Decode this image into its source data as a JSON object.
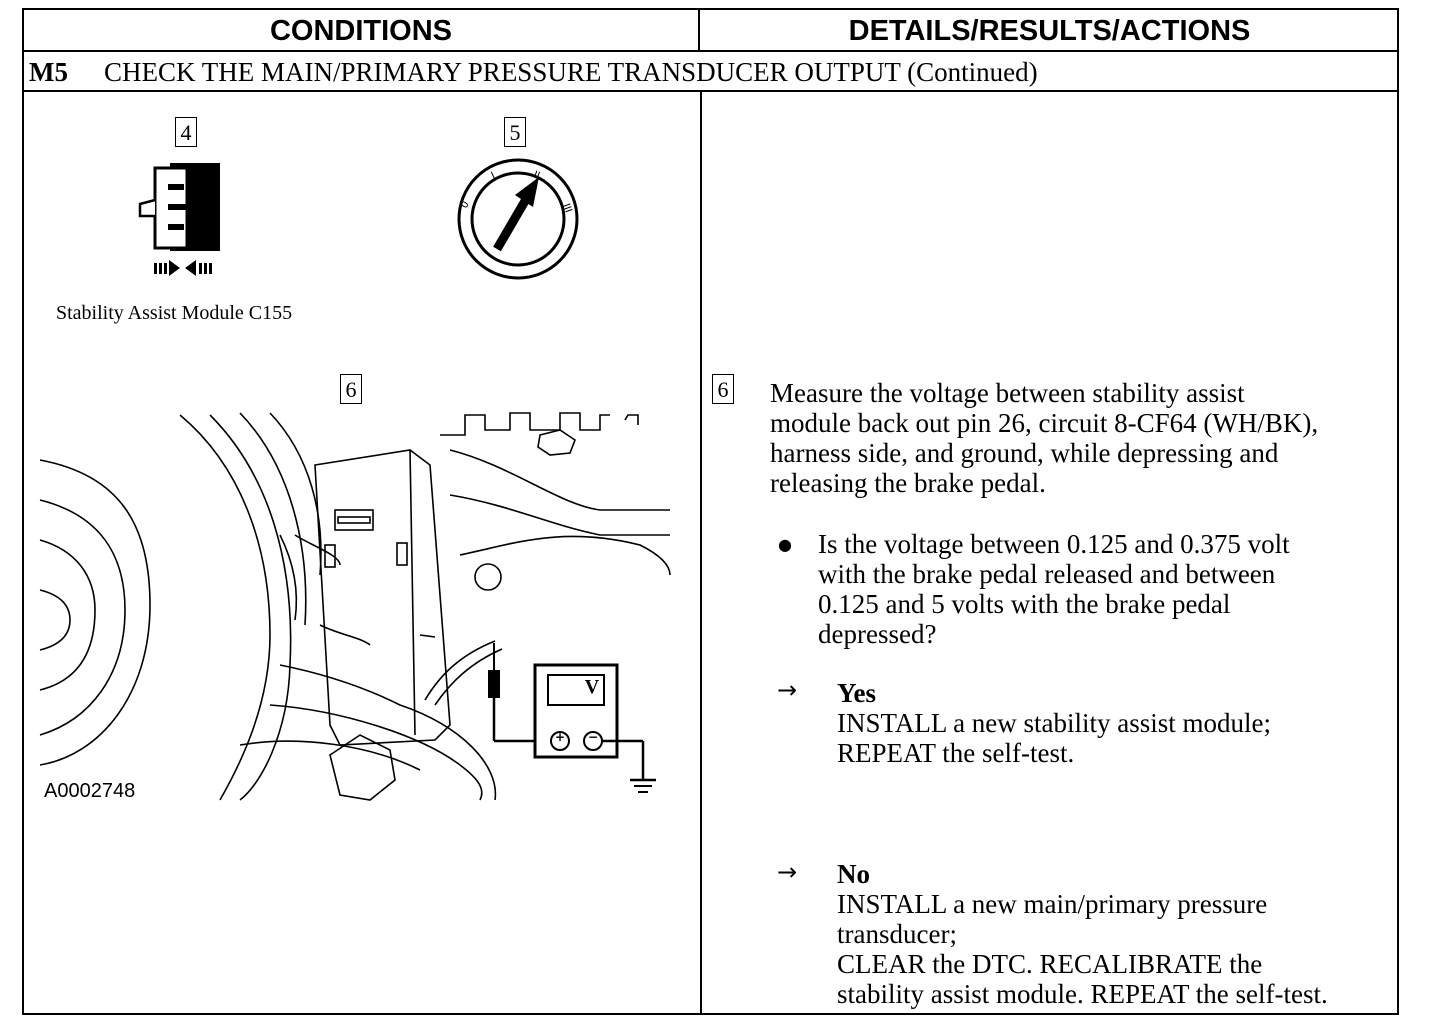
{
  "header": {
    "conditions": "CONDITIONS",
    "details": "DETAILS/RESULTS/ACTIONS"
  },
  "section": {
    "code": "M5",
    "title": "CHECK THE MAIN/PRIMARY PRESSURE TRANSDUCER OUTPUT (Continued)"
  },
  "conditions": {
    "step4": "4",
    "step5": "5",
    "step6": "6",
    "connector_caption": "Stability Assist Module C155",
    "figure_id": "A0002748",
    "meter_label": "V",
    "meter_plus": "+",
    "meter_minus": "−",
    "ignition_positions": [
      "0",
      "I",
      "II",
      "III"
    ]
  },
  "details": {
    "step_number": "6",
    "instruction_lines": [
      "Measure the voltage between stability assist",
      "module back out pin 26, circuit 8-CF64 (WH/BK),",
      "harness side, and ground, while depressing and",
      "releasing the brake pedal."
    ],
    "question_lines": [
      "Is the voltage between 0.125 and 0.375 volt",
      "with the brake pedal released and between",
      "0.125 and 5 volts with the brake pedal",
      "depressed?"
    ],
    "yes": {
      "label": "Yes",
      "lines": [
        "INSTALL a new stability assist module;",
        "REPEAT the self-test."
      ]
    },
    "no": {
      "label": "No",
      "lines": [
        "INSTALL a new main/primary pressure",
        "transducer;",
        "CLEAR the DTC. RECALIBRATE the",
        "stability assist module. REPEAT the self-test."
      ]
    },
    "bullet_icon": "bullet-icon",
    "arrow_icon": "right-arrow-icon"
  }
}
